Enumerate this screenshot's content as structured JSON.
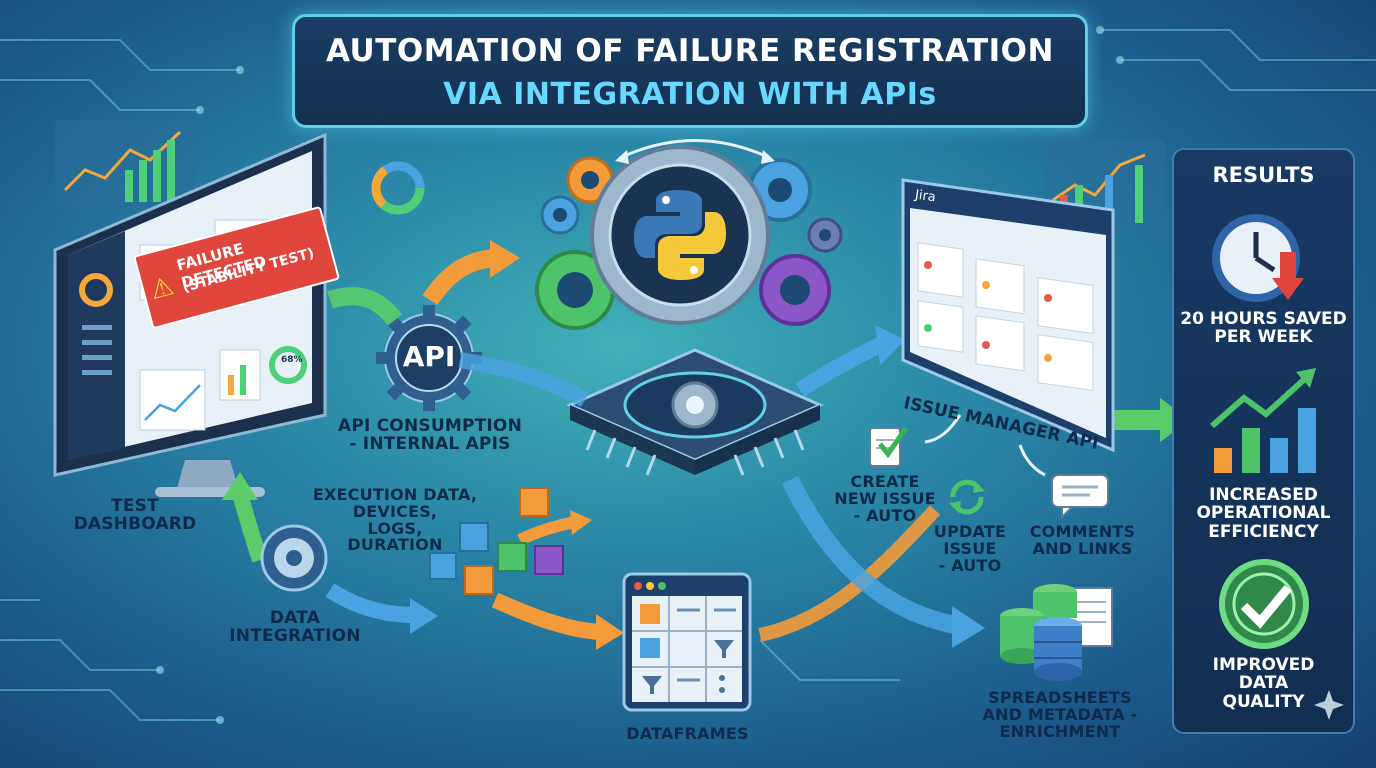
{
  "title": {
    "line1": "AUTOMATION OF FAILURE REGISTRATION",
    "line2": "VIA INTEGRATION WITH APIs"
  },
  "dashboard": {
    "alert_line1": "FAILURE DETECTED",
    "alert_line2": "(STABILITY TEST)",
    "gauge_text": "68%",
    "label": "TEST\nDASHBOARD"
  },
  "api": {
    "badge": "API",
    "label": "API CONSUMPTION\n- INTERNAL APIs"
  },
  "data_integration": {
    "label": "DATA\nINTEGRATION"
  },
  "execution_data": {
    "label": "EXECUTION DATA,\nDEVICES,\nLOGS,\nDURATION"
  },
  "dataframes": {
    "label": "DATAFRAMES"
  },
  "issue_manager": {
    "app_name": "Jira",
    "label": "ISSUE MANAGER API"
  },
  "actions": {
    "create": "CREATE\nNEW ISSUE\n- AUTO",
    "update": "UPDATE\nISSUE\n- AUTO",
    "comments": "COMMENTS\nAND LINKS"
  },
  "spreadsheets": {
    "label": "SPREADSHEETS\nAND METADATA -\nENRICHMENT"
  },
  "results": {
    "heading": "RESULTS",
    "items": [
      {
        "text": "20 HOURS SAVED\nPER WEEK",
        "icon": "clock-down-icon"
      },
      {
        "text": "INCREASED\nOPERATIONAL\nEFFICIENCY",
        "icon": "bar-growth-icon"
      },
      {
        "text": "IMPROVED\nDATA\nQUALITY",
        "icon": "check-circle-icon"
      }
    ]
  },
  "colors": {
    "python_blue": "#3b78b8",
    "python_yellow": "#f5c93a",
    "alert_red": "#e0463c",
    "accent_cyan": "#68d8ff",
    "arrow_green": "#5ccc6a",
    "arrow_orange": "#f39a3a",
    "arrow_blue": "#4aa3e0"
  }
}
